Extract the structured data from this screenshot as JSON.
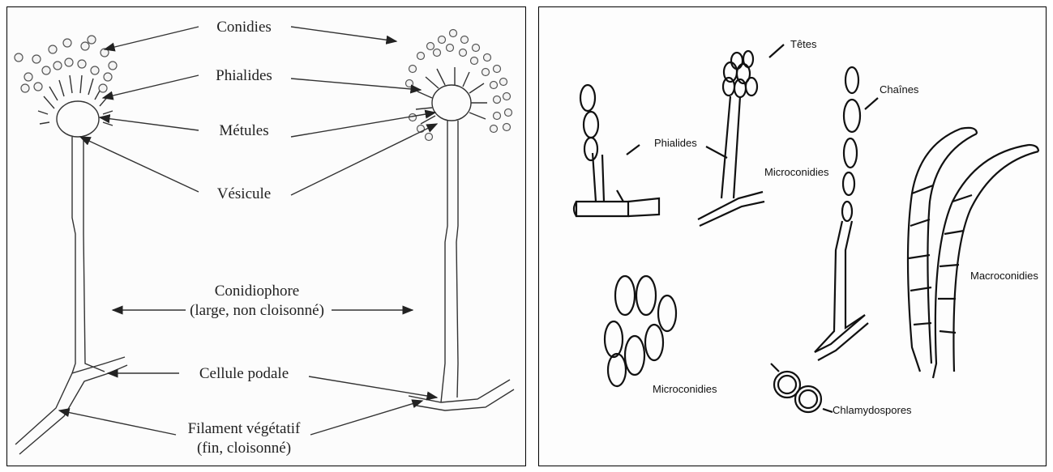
{
  "left": {
    "labels": {
      "conidies": "Conidies",
      "phialides": "Phialides",
      "metules": "Métules",
      "vesicule": "Vésicule",
      "conidiophore_line1": "Conidiophore",
      "conidiophore_line2": "(large, non cloisonné)",
      "cellule_podale": "Cellule podale",
      "filament_line1": "Filament végétatif",
      "filament_line2": "(fin, cloisonné)"
    }
  },
  "right": {
    "labels": {
      "tetes": "Têtes",
      "chaines": "Chaînes",
      "phialides": "Phialides",
      "microconidies_top": "Microconidies",
      "macroconidies": "Macroconidies",
      "microconidies_bottom": "Microconidies",
      "chlamydospores": "Chlamydospores"
    }
  }
}
